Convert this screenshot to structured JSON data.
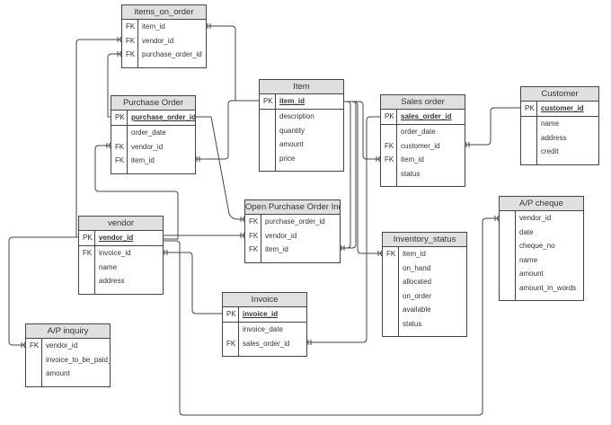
{
  "entities": [
    {
      "id": "items-on-order",
      "title": "items_on_order",
      "rows": [
        {
          "key": "FK",
          "name": "item_id"
        },
        {
          "key": "FK",
          "name": "vendor_id"
        },
        {
          "key": "FK",
          "name": "purchase_order_id"
        }
      ]
    },
    {
      "id": "purchase-order",
      "title": "Purchase Order",
      "rows": [
        {
          "key": "PK",
          "name": "purchase_order_id",
          "pk": true
        },
        {
          "key": "",
          "name": "order_date"
        },
        {
          "key": "FK",
          "name": "vendor_id"
        },
        {
          "key": "FK",
          "name": "item_id"
        }
      ]
    },
    {
      "id": "item",
      "title": "Item",
      "rows": [
        {
          "key": "PK",
          "name": "item_id",
          "pk": true
        },
        {
          "key": "",
          "name": "description"
        },
        {
          "key": "",
          "name": "quantity"
        },
        {
          "key": "",
          "name": "amount"
        },
        {
          "key": "",
          "name": "price"
        }
      ]
    },
    {
      "id": "sales-order",
      "title": "Sales order",
      "rows": [
        {
          "key": "PK",
          "name": "sales_order_id",
          "pk": true
        },
        {
          "key": "",
          "name": "order_date"
        },
        {
          "key": "FK",
          "name": "customer_id"
        },
        {
          "key": "FK",
          "name": "item_id"
        },
        {
          "key": "",
          "name": "status"
        }
      ]
    },
    {
      "id": "customer",
      "title": "Customer",
      "rows": [
        {
          "key": "PK",
          "name": "customer_id",
          "pk": true
        },
        {
          "key": "",
          "name": "name"
        },
        {
          "key": "",
          "name": "address"
        },
        {
          "key": "",
          "name": "credit"
        }
      ]
    },
    {
      "id": "open-purchase-order-inquiry",
      "title": "Open Purchase Order Inquiry",
      "rows": [
        {
          "key": "FK",
          "name": "purchase_order_id"
        },
        {
          "key": "FK",
          "name": "vendor_id"
        },
        {
          "key": "FK",
          "name": "item_id"
        }
      ]
    },
    {
      "id": "vendor",
      "title": "vendor",
      "rows": [
        {
          "key": "PK",
          "name": "vendor_id",
          "pk": true
        },
        {
          "key": "FK",
          "name": "invoice_id"
        },
        {
          "key": "",
          "name": "name"
        },
        {
          "key": "",
          "name": "address"
        }
      ]
    },
    {
      "id": "inventory-status",
      "title": "Inventory_status",
      "rows": [
        {
          "key": "FK",
          "name": "item_id"
        },
        {
          "key": "",
          "name": "on_hand"
        },
        {
          "key": "",
          "name": "allocated"
        },
        {
          "key": "",
          "name": "on_order"
        },
        {
          "key": "",
          "name": "available"
        },
        {
          "key": "",
          "name": "status"
        }
      ]
    },
    {
      "id": "ap-cheque",
      "title": "A/P cheque",
      "rows": [
        {
          "key": "",
          "name": "vendor_id"
        },
        {
          "key": "",
          "name": "date"
        },
        {
          "key": "",
          "name": "cheque_no"
        },
        {
          "key": "",
          "name": "name"
        },
        {
          "key": "",
          "name": "amount"
        },
        {
          "key": "",
          "name": "amount_in_words"
        }
      ]
    },
    {
      "id": "invoice",
      "title": "Invoice",
      "rows": [
        {
          "key": "PK",
          "name": "invoice_id",
          "pk": true
        },
        {
          "key": "",
          "name": "invoice_date"
        },
        {
          "key": "FK",
          "name": "sales_order_id"
        }
      ]
    },
    {
      "id": "ap-inquiry",
      "title": "A/P inquiry",
      "rows": [
        {
          "key": "FK",
          "name": "vendor_id"
        },
        {
          "key": "",
          "name": "invoice_to_be_paid_by"
        },
        {
          "key": "",
          "name": "amount"
        }
      ]
    }
  ]
}
